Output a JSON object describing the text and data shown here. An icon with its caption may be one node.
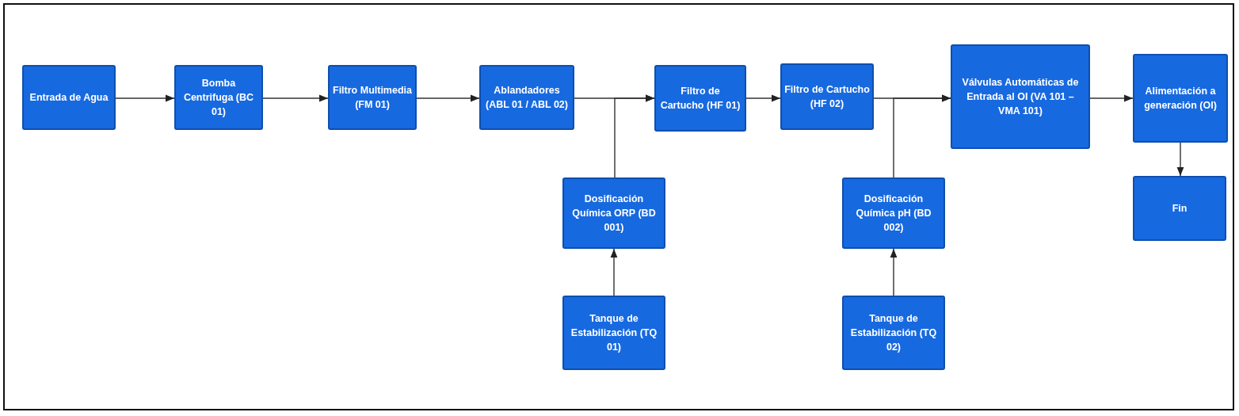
{
  "diagram": {
    "nodes": [
      {
        "text": [
          "Entrada de Agua"
        ]
      },
      {
        "text": [
          "Bomba Centrifuga (BC 01)"
        ]
      },
      {
        "text": [
          "Filtro Multimedia (FM 01)"
        ]
      },
      {
        "text": [
          "Ablandadores (ABL 01 / ABL 02)"
        ]
      },
      {
        "text": [
          "Filtro de Cartucho (HF 01)"
        ]
      },
      {
        "text": [
          "Filtro de Cartucho (HF 02)"
        ]
      },
      {
        "text": [
          "Válvulas Automáticas de Entrada al OI (VA 101 – VMA 101)"
        ]
      },
      {
        "text": [
          "Alimentación a generación (OI)"
        ]
      },
      {
        "text": [
          "Fin"
        ]
      },
      {
        "text": [
          "Dosificación Química ORP (BD 001)"
        ]
      },
      {
        "text": [
          "Tanque de Estabilización (TQ 01)"
        ]
      },
      {
        "text": [
          "Dosificación Química pH (BD 002)"
        ]
      },
      {
        "text": [
          "Tanque de Estabilización (TQ 02)"
        ]
      }
    ],
    "edges": [
      {
        "from": 0,
        "to": 1,
        "arrow": "to"
      },
      {
        "from": 1,
        "to": 2,
        "arrow": "to"
      },
      {
        "from": 2,
        "to": 3,
        "arrow": "to"
      },
      {
        "from": 3,
        "to": 4,
        "arrow": "to"
      },
      {
        "from": 9,
        "to": 4,
        "arrow": "to"
      },
      {
        "from": 4,
        "to": 5,
        "arrow": "to"
      },
      {
        "from": 5,
        "to": 6,
        "arrow": "to"
      },
      {
        "from": 11,
        "to": 6,
        "arrow": "to"
      },
      {
        "from": 6,
        "to": 7,
        "arrow": "to"
      },
      {
        "from": 7,
        "to": 8,
        "arrow": "to"
      },
      {
        "from": 10,
        "to": 9,
        "arrow": "to"
      },
      {
        "from": 12,
        "to": 11,
        "arrow": "to"
      }
    ]
  }
}
